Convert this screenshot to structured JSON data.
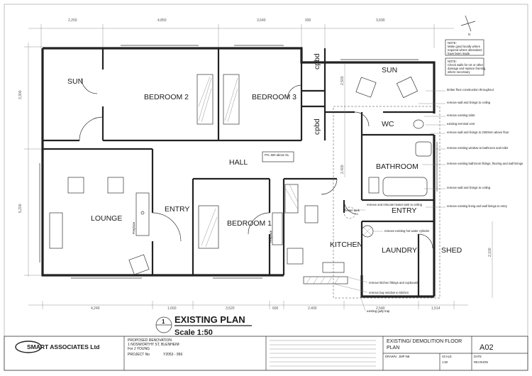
{
  "rooms": {
    "sun_left": "SUN",
    "bedroom2": "BEDROOM 2",
    "bedroom3": "BEDROOM 3",
    "sun_right": "SUN",
    "cpbd1": "cpbd",
    "cpbd2": "cpbd",
    "wc": "WC",
    "hall": "HALL",
    "bathroom": "BATHROOM",
    "lounge": "LOUNGE",
    "entry_left": "ENTRY",
    "bedroom1": "BEDROOM 1",
    "entry_right": "ENTRY",
    "kitchen": "KITCHEN",
    "laundry": "LAUNDRY",
    "shed": "SHED"
  },
  "labels": {
    "ffl": "FFL 500 above GL",
    "fireplace_left": "Fireplace",
    "fireplace_right": "Fireplace",
    "heater_tank": "heater tank"
  },
  "dimensions": {
    "top": [
      "2,250",
      "4,850",
      "3,640",
      "930",
      "3,690"
    ],
    "bottom": [
      "4,240",
      "1,660",
      "3,520",
      "600",
      "2,400",
      "2,540",
      "1,514"
    ],
    "left": [
      "3,300",
      "5,200"
    ],
    "right_inner": [
      "2,500",
      "2,400"
    ],
    "right": [
      "2,100"
    ]
  },
  "notes": {
    "note1": [
      "NOTE:",
      "Make good locally where",
      "required where alterations",
      "have been made"
    ],
    "note2": [
      "NOTE:",
      "Check walls for rot or other",
      "damage and replace framing",
      "where necessary"
    ]
  },
  "annotations": [
    "timber floor construction throughout",
    "remove wall and linings to ceiling",
    "remove existing toilet",
    "existing terminal vent",
    "remove wall and linings to 2300mm above floor",
    "remove existing window to bathroom and toilet",
    "remove existing bathroom fittings, flooring and wall linings",
    "remove wall and linings to ceiling",
    "remove and relocate heater tank to ceiling",
    "remove existing hot water cylinder",
    "remove existing lining and wall linings to entry",
    "remove kitchen fittings and cupboards",
    "remove bay window to kitchen",
    "existing gully trap"
  ],
  "title_block": {
    "marker": "1",
    "plan_title": "EXISTING PLAN",
    "scale": "Scale 1:50",
    "company": "SMART ASSOCIATES Ltd",
    "project_lines": [
      "PROPOSED RENOVATION",
      "1 NOSWORTHY ST, BLENHEIM",
      "For J YOUNG"
    ],
    "project_no_label": "PROJECT No",
    "project_no": "Y2053 - 956",
    "sheet_title_lines": [
      "EXISTING/ DEMOLITION FLOOR",
      "PLAN"
    ],
    "sheet_no": "A02",
    "drawn_label": "DRAWN:",
    "drawn": "JMP NB",
    "scale_label": "SCALE",
    "scale_value": "1:50",
    "date_label": "DATE",
    "revision_label": "REVISION"
  }
}
